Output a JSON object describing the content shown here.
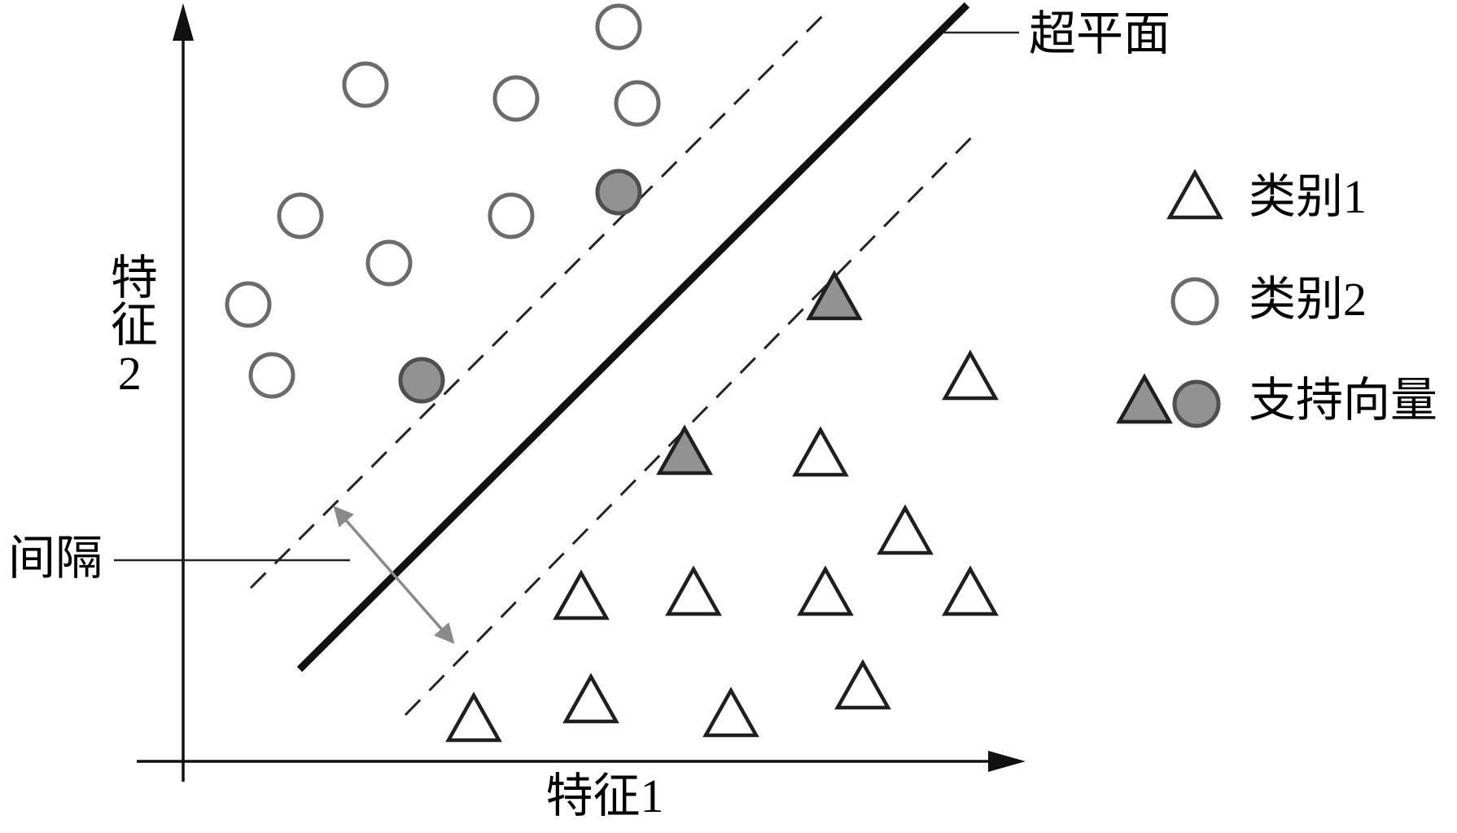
{
  "axes": {
    "x_label": "特征1",
    "y_label": "特征2"
  },
  "annotations": {
    "hyperplane_label": "超平面",
    "margin_label": "间隔"
  },
  "legend": {
    "class1_label": "类别1",
    "class2_label": "类别2",
    "support_vector_label": "支持向量"
  },
  "colors": {
    "ink": "#111111",
    "circle_stroke": "#6b6b6b",
    "support_fill": "#929292",
    "support_stroke": "#4f4f4f",
    "triangle_stroke": "#1f1f1f",
    "margin_arrow": "#8a8a8a"
  },
  "points": {
    "class2_circles": [
      [
        760,
        33
      ],
      [
        449,
        104
      ],
      [
        634,
        121
      ],
      [
        783,
        127
      ],
      [
        369,
        265
      ],
      [
        628,
        265
      ],
      [
        478,
        323
      ],
      [
        305,
        374
      ],
      [
        334,
        461
      ]
    ],
    "class2_support_circles": [
      [
        760,
        236
      ],
      [
        518,
        467
      ]
    ],
    "class1_triangles": [
      [
        1192,
        467
      ],
      [
        1008,
        561
      ],
      [
        1112,
        657
      ],
      [
        714,
        737
      ],
      [
        852,
        732
      ],
      [
        1014,
        732
      ],
      [
        1192,
        732
      ],
      [
        582,
        887
      ],
      [
        726,
        864
      ],
      [
        898,
        881
      ],
      [
        1060,
        847
      ]
    ],
    "class1_support_triangles": [
      [
        1025,
        369
      ],
      [
        841,
        559
      ]
    ]
  }
}
